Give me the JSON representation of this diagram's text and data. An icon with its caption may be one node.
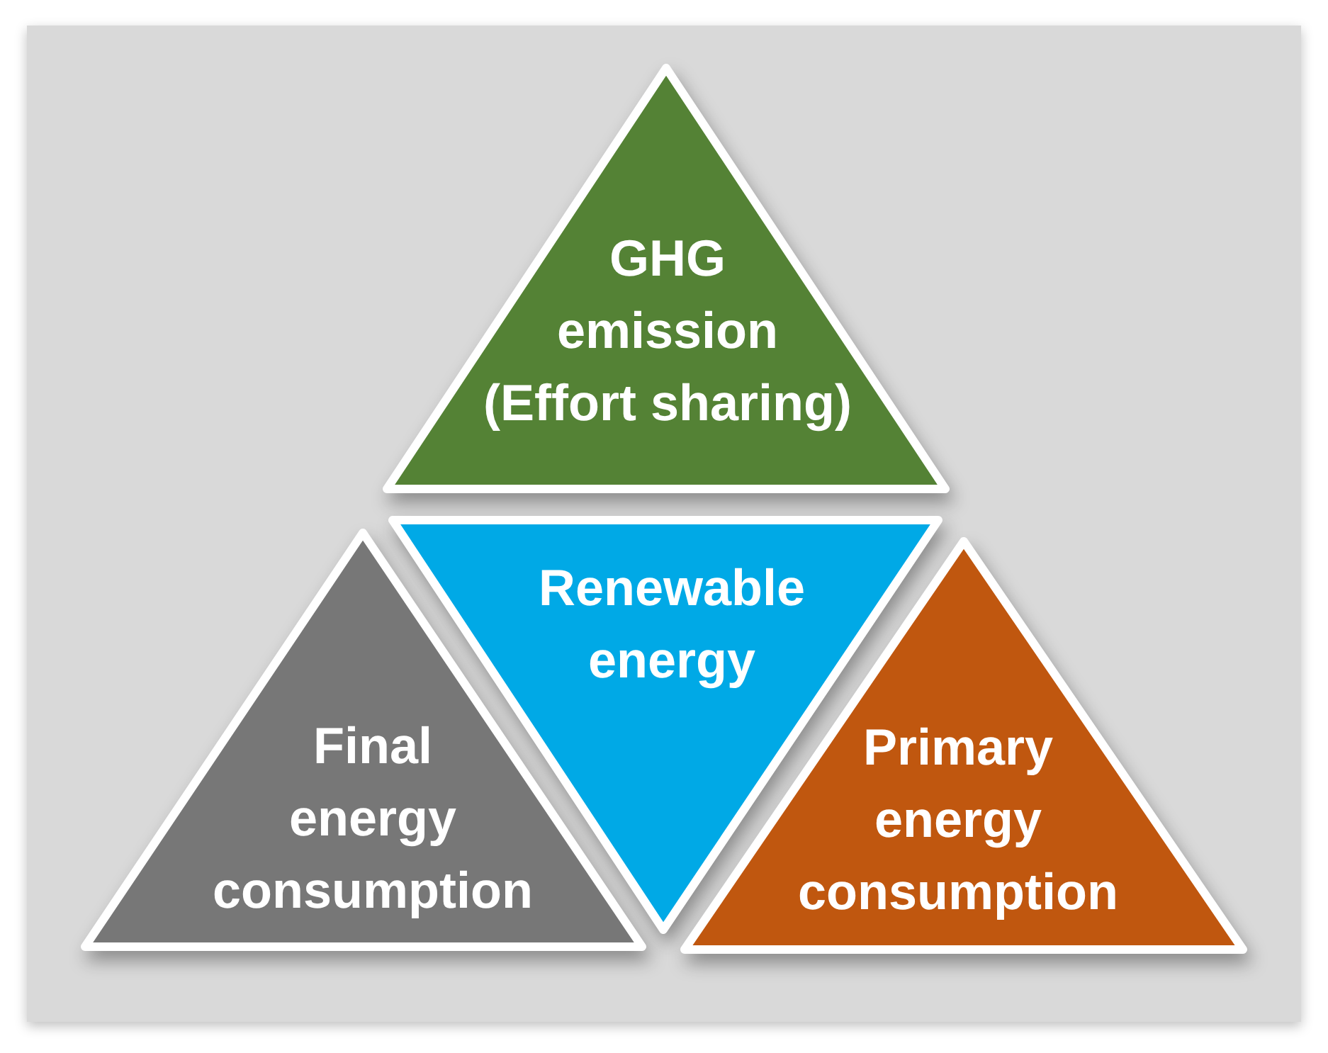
{
  "diagram": {
    "nodes": [
      {
        "text": [
          "GHG emission (Effort sharing)"
        ]
      },
      {
        "text": [
          "Renewable energy"
        ]
      },
      {
        "text": [
          "Final energy consumption"
        ]
      },
      {
        "text": [
          "Primary energy consumption"
        ]
      }
    ]
  }
}
